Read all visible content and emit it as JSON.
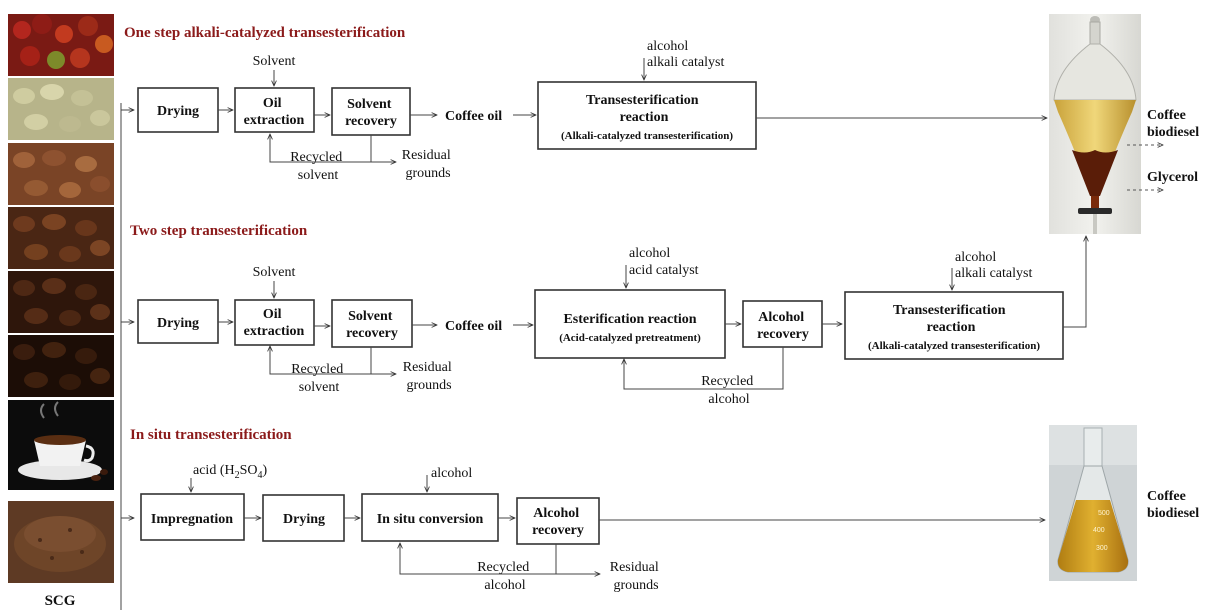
{
  "sections": {
    "one_step": "One step alkali-catalyzed transesterification",
    "two_step": "Two step transesterification",
    "in_situ": "In situ transesterification"
  },
  "scg_label": "SCG",
  "row1": {
    "drying": "Drying",
    "oil_extraction": [
      "Oil",
      "extraction"
    ],
    "solvent_recovery": [
      "Solvent",
      "recovery"
    ],
    "solvent": "Solvent",
    "recycled_solvent": [
      "Recycled",
      "solvent"
    ],
    "residual_grounds": [
      "Residual",
      "grounds"
    ],
    "coffee_oil": "Coffee oil",
    "inputs": [
      "alcohol",
      "alkali catalyst"
    ],
    "transesterification": [
      "Transesterification",
      "reaction"
    ],
    "transesterification_sub": "(Alkali-catalyzed transesterification)"
  },
  "row2": {
    "drying": "Drying",
    "oil_extraction": [
      "Oil",
      "extraction"
    ],
    "solvent_recovery": [
      "Solvent",
      "recovery"
    ],
    "solvent": "Solvent",
    "recycled_solvent": [
      "Recycled",
      "solvent"
    ],
    "residual_grounds": [
      "Residual",
      "grounds"
    ],
    "coffee_oil": "Coffee oil",
    "esterification_inputs": [
      "alcohol",
      "acid catalyst"
    ],
    "esterification": "Esterification reaction",
    "esterification_sub": "(Acid-catalyzed pretreatment)",
    "alcohol_recovery": [
      "Alcohol",
      "recovery"
    ],
    "recycled_alcohol": [
      "Recycled",
      "alcohol"
    ],
    "trans_inputs": [
      "alcohol",
      "alkali catalyst"
    ],
    "transesterification": [
      "Transesterification",
      "reaction"
    ],
    "transesterification_sub": "(Alkali-catalyzed transesterification)"
  },
  "row3": {
    "acid_label": "acid (H",
    "acid_sub2": "2",
    "acid_so": "SO",
    "acid_sub4": "4",
    "acid_close": ")",
    "impregnation": "Impregnation",
    "drying": "Drying",
    "alcohol": "alcohol",
    "in_situ_conversion": "In situ conversion",
    "alcohol_recovery": [
      "Alcohol",
      "recovery"
    ],
    "recycled_alcohol": [
      "Recycled",
      "alcohol"
    ],
    "residual_grounds": [
      "Residual",
      "grounds"
    ]
  },
  "outputs": {
    "biodiesel_top": [
      "Coffee",
      "biodiesel"
    ],
    "glycerol": "Glycerol",
    "biodiesel_bottom": [
      "Coffee",
      "biodiesel"
    ]
  },
  "colors": {
    "section_title": "#8b1a1a",
    "coffee_oil_yellow": "#d9b44a",
    "glycerol_dark": "#5a1d08"
  },
  "images": [
    "red-coffee-cherries",
    "green-coffee-beans",
    "light-roast-beans",
    "medium-roast-beans",
    "dark-roast-beans",
    "very-dark-roast-beans",
    "cup-of-coffee",
    "spent-coffee-grounds",
    "separatory-funnel",
    "erlenmeyer-flask-biodiesel"
  ]
}
